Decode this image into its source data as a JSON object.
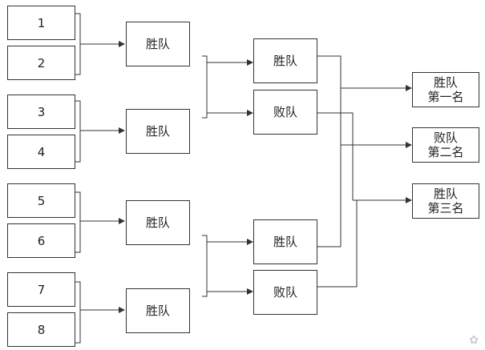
{
  "teams": {
    "t1": "1",
    "t2": "2",
    "t3": "3",
    "t4": "4",
    "t5": "5",
    "t6": "6",
    "t7": "7",
    "t8": "8"
  },
  "round1": {
    "w1": "胜队",
    "w2": "胜队",
    "w3": "胜队",
    "w4": "胜队"
  },
  "round2": {
    "top_winner": "胜队",
    "top_loser": "败队",
    "bottom_winner": "胜队",
    "bottom_loser": "败队"
  },
  "results": {
    "first": {
      "team": "胜队",
      "place": "第一名"
    },
    "second": {
      "team": "败队",
      "place": "第二名"
    },
    "third": {
      "team": "胜队",
      "place": "第三名"
    }
  },
  "colors": {
    "line": "#333333",
    "border": "#333333"
  }
}
